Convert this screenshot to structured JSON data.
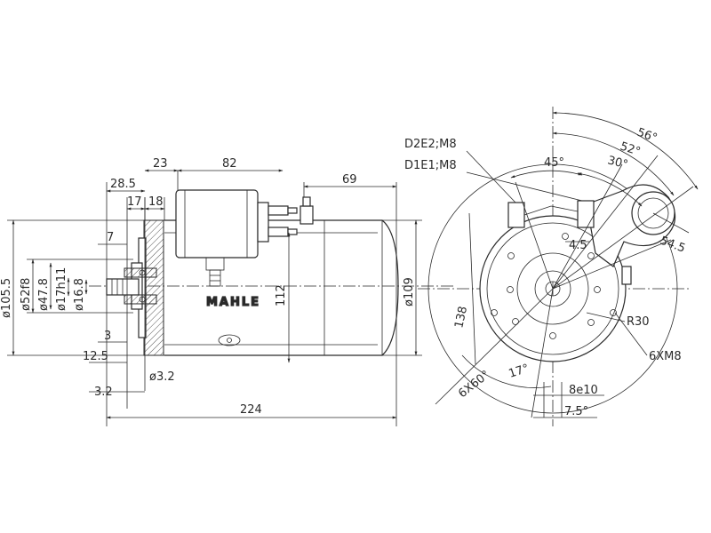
{
  "watermark": "MAHLE",
  "side_view": {
    "dim_top": [
      "28.5",
      "23",
      "82",
      "69"
    ],
    "dim_row2": [
      "17",
      "18"
    ],
    "dim_left": [
      "7",
      "3",
      "12.5",
      "3.2"
    ],
    "dim_small": "ø3.2",
    "dim_total": "224",
    "diameters": [
      "ø105.5",
      "ø52f8",
      "ø47.8",
      "ø17h11",
      "ø16.8"
    ],
    "height_112": "112",
    "diameter_109": "ø109"
  },
  "front_view": {
    "terminals": [
      "D2E2;M8",
      "D1E1;M8"
    ],
    "angles": [
      "56°",
      "52°",
      "30°",
      "45°"
    ],
    "dims": [
      "54.5",
      "4.5",
      "138",
      "R30",
      "6XM8",
      "17°",
      "6X60°",
      "8e10",
      "7.5°"
    ]
  }
}
